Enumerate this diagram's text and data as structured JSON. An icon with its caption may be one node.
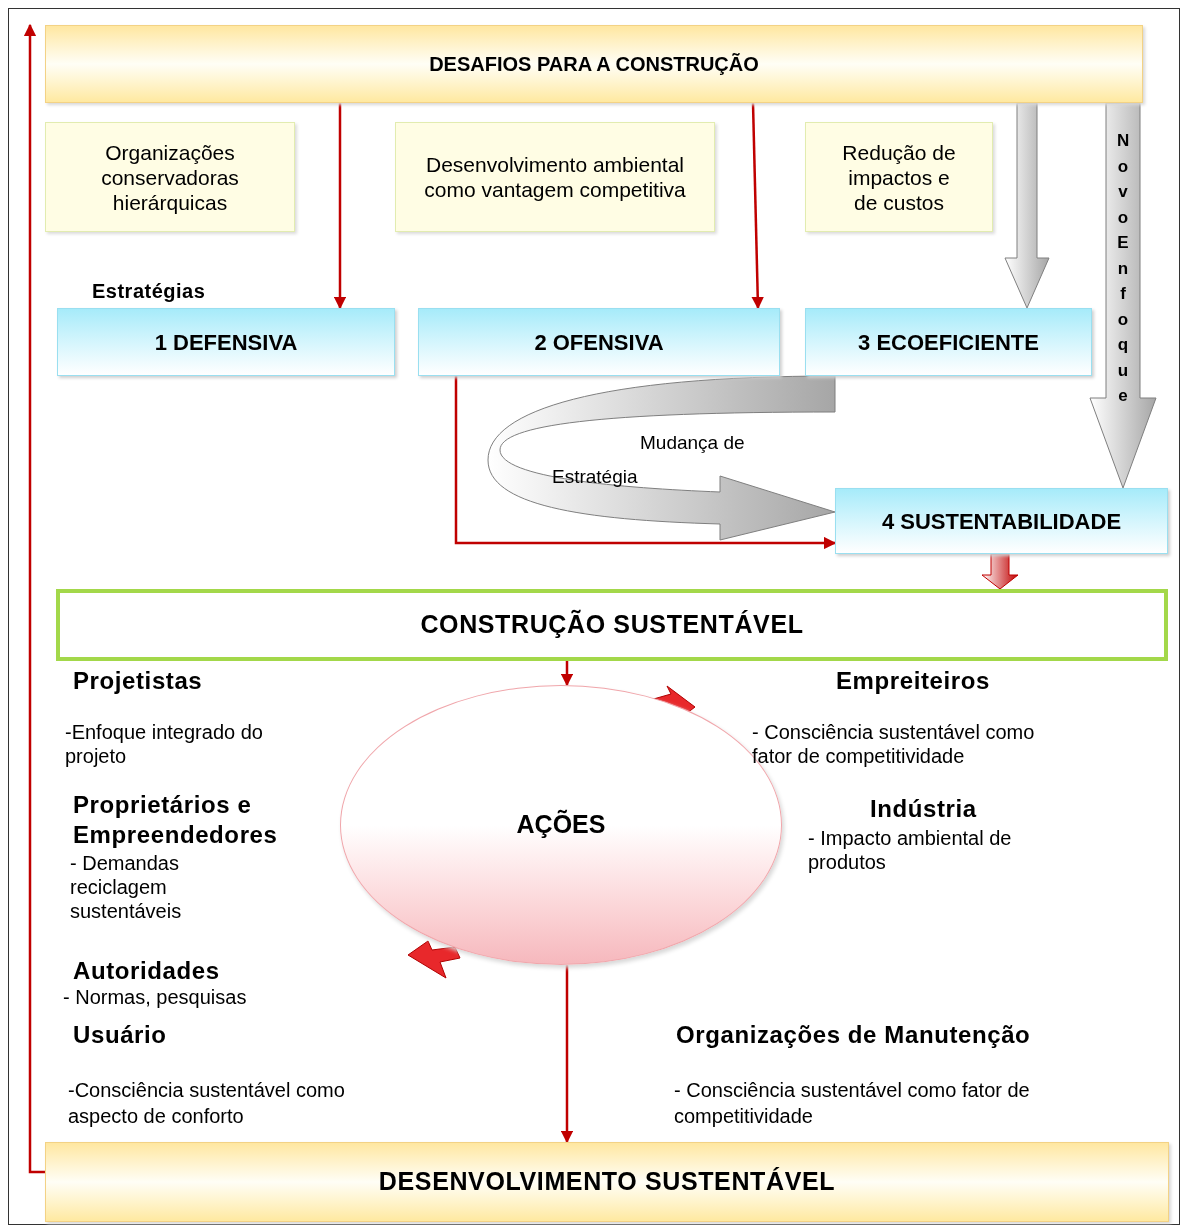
{
  "diagram": {
    "nodes": [
      {
        "text": [
          "DESAFIOS PARA A CONSTRUÇÃO"
        ]
      },
      {
        "text": [
          "Organizações conservadoras hierárquicas"
        ]
      },
      {
        "text": [
          "Desenvolvimento ambiental como vantagem competitiva"
        ]
      },
      {
        "text": [
          "Redução de impactos e de custos"
        ]
      },
      {
        "text": [
          "1 DEFENSIVA"
        ]
      },
      {
        "text": [
          "2 OFENSIVA"
        ]
      },
      {
        "text": [
          "3 ECOEFICIENTE"
        ]
      },
      {
        "text": [
          "4 SUSTENTABILIDADE"
        ]
      },
      {
        "text": [
          "CONSTRUÇÃO SUSTENTÁVEL"
        ]
      },
      {
        "text": [
          "AÇÕES"
        ]
      },
      {
        "text": [
          "DESENVOLVIMENTO SUSTENTÁVEL"
        ]
      }
    ],
    "edges": [
      {
        "from": 0,
        "to": 4,
        "arrow": "to"
      },
      {
        "from": 0,
        "to": 5,
        "arrow": "to"
      },
      {
        "from": 0,
        "to": 6,
        "arrow": "to",
        "style": "thick",
        "color": "#a6a6a6"
      },
      {
        "from": 0,
        "to": 7,
        "arrow": "to",
        "style": "thick",
        "color": "#a6a6a6",
        "label": "Novo Enfoque"
      },
      {
        "from": 6,
        "to": 7,
        "arrow": "to",
        "style": "thick",
        "color": "#a6a6a6",
        "label": "Mudança de Estratégia"
      },
      {
        "from": 5,
        "to": 7,
        "arrow": "to"
      },
      {
        "from": 7,
        "to": 8,
        "arrow": "to",
        "style": "thick"
      },
      {
        "from": 8,
        "to": 9,
        "arrow": "to"
      },
      {
        "from": 9,
        "to": 10,
        "arrow": "to"
      },
      {
        "from": 10,
        "to": 0,
        "arrow": "to"
      }
    ],
    "labels": [
      "Estratégias",
      "Projetistas",
      "-Enfoque integrado do projeto",
      "Empreiteiros",
      "- Consciência sustentável como fator de competitividade",
      "Proprietários e Empreendedores",
      "- Demandas reciclagem sustentáveis",
      "Indústria",
      "- Impacto ambiental de produtos",
      "Autoridades",
      "- Normas, pesquisas",
      "Usuário",
      "-Consciência sustentável como aspecto de conforto",
      "Organizações de Manutenção",
      "- Consciência sustentável como fator de competitividade"
    ]
  }
}
